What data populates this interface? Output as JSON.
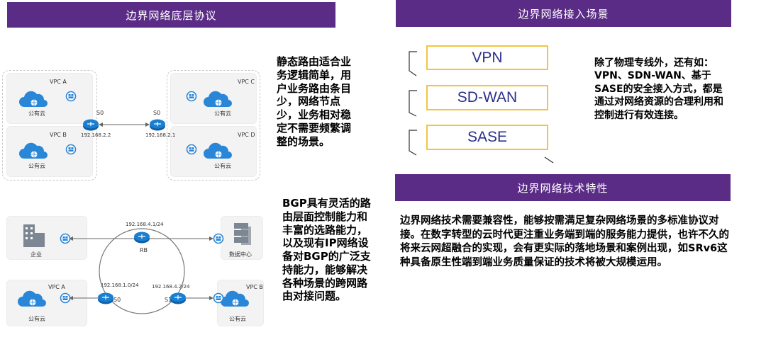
{
  "banners": {
    "left": "边界网络底层协议",
    "right": "边界网络接入场景",
    "tech": "边界网络技术特性"
  },
  "diagram_top": {
    "vpc_a": "VPC A",
    "vpc_b": "VPC B",
    "vpc_c": "VPC C",
    "vpc_d": "VPC D",
    "cloud": "公有云",
    "s0_left": "S0",
    "s0_right": "S0",
    "ip_left": "192.168.2.2",
    "ip_right": "192.168.2.1"
  },
  "diagram_bottom": {
    "enterprise": "企业",
    "datacenter": "数据中心",
    "vpc_a": "VPC A",
    "vpc_b": "VPC B",
    "cloud": "公有云",
    "rb": "RB",
    "s0": "S0",
    "s1": "S1",
    "ip_top": "192.168.4.1/24",
    "ip_left": "192.168.1.0/24",
    "ip_right": "192.168.4.2/24"
  },
  "static_text": "静态路由适合业务逻辑简单，用户业务路由条目少，网络节点少，业务相对稳定不需要频繁调整的场景。",
  "bgp_text": "BGP具有灵活的路由层面控制能力和丰富的选路能力，以及现有IP网络设备对BGP的广泛支持能力，能够解决各种场景的跨网路由对接问题。",
  "access": {
    "items": [
      "VPN",
      "SD-WAN",
      "SASE"
    ],
    "desc": "除了物理专线外，还有如：VPN、SDN-WAN、基于SASE的安全接入方式，都是通过对网络资源的合理利用和控制进行有效连接。"
  },
  "tech_text": "边界网络技术需要兼容性，能够按需满足复杂网络场景的多标准协议对接。在数字转型的云时代更注重业务端到端的服务能力提供，也许不久的将来云网超融合的实现，会有更实际的落地场景和案例出现，如SRv6这种具备原生性端到端业务质量保证的技术将被大规模运用。",
  "colors": {
    "banner": "#5b2c86",
    "box_border": "#f2c541",
    "box_text": "#2b2f8a",
    "router": "#1a7fd0",
    "cloud": "#2a86d6"
  }
}
